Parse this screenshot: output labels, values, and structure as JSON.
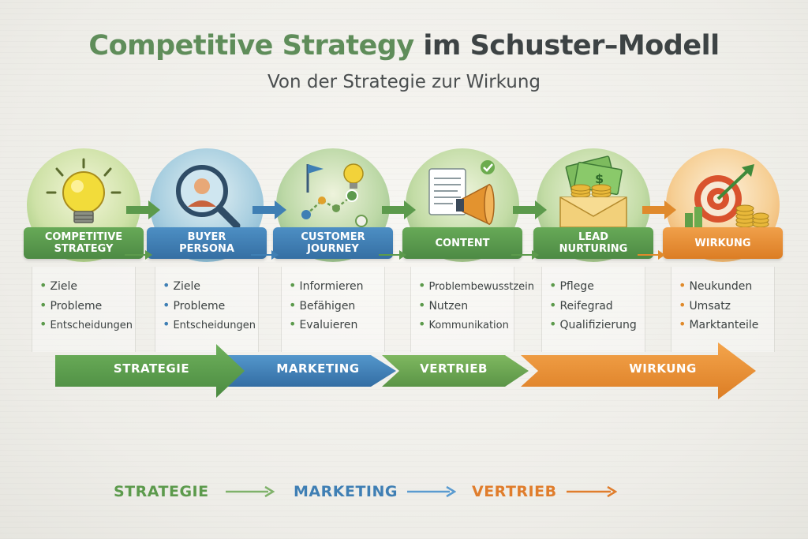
{
  "header": {
    "title_part1": "Competitive Strategy",
    "title_part2": " im Schuster–Modell",
    "subtitle": "Von der Strategie zur Wirkung"
  },
  "colors": {
    "green": "#5c9a4c",
    "blue": "#3f7fb4",
    "orange": "#e08a2c",
    "dark_text": "#3d4344"
  },
  "stages": [
    {
      "label_line1": "Competitive",
      "label_line2": "Strategy",
      "icon": "lightbulb-icon",
      "bullets": [
        "Ziele",
        "Probleme",
        "Entscheidungen"
      ]
    },
    {
      "label_line1": "Buyer",
      "label_line2": "Persona",
      "icon": "magnifier-person-icon",
      "bullets": [
        "Ziele",
        "Probleme",
        "Entscheidungen"
      ]
    },
    {
      "label_line1": "Customer",
      "label_line2": "Journey",
      "icon": "journey-path-icon",
      "bullets": [
        "Informieren",
        "Befähigen",
        "Evaluieren"
      ]
    },
    {
      "label_line1": "Content",
      "label_line2": "",
      "icon": "megaphone-document-icon",
      "bullets": [
        "Problembewusstzein",
        "Nutzen",
        "Kommunikation"
      ]
    },
    {
      "label_line1": "Lead",
      "label_line2": "Nurturing",
      "icon": "money-envelope-icon",
      "bullets": [
        "Pflege",
        "Reifegrad",
        "Qualifizierung"
      ]
    },
    {
      "label_line1": "Wirkung",
      "label_line2": "",
      "icon": "target-growth-icon",
      "bullets": [
        "Neukunden",
        "Umsatz",
        "Marktanteile"
      ]
    }
  ],
  "band": [
    "Strategie",
    "Marketing",
    "Vertrieb",
    "Wirkung"
  ],
  "bottom_flow": [
    "STRATEGIE",
    "MARKETING",
    "VERTRIEB"
  ]
}
